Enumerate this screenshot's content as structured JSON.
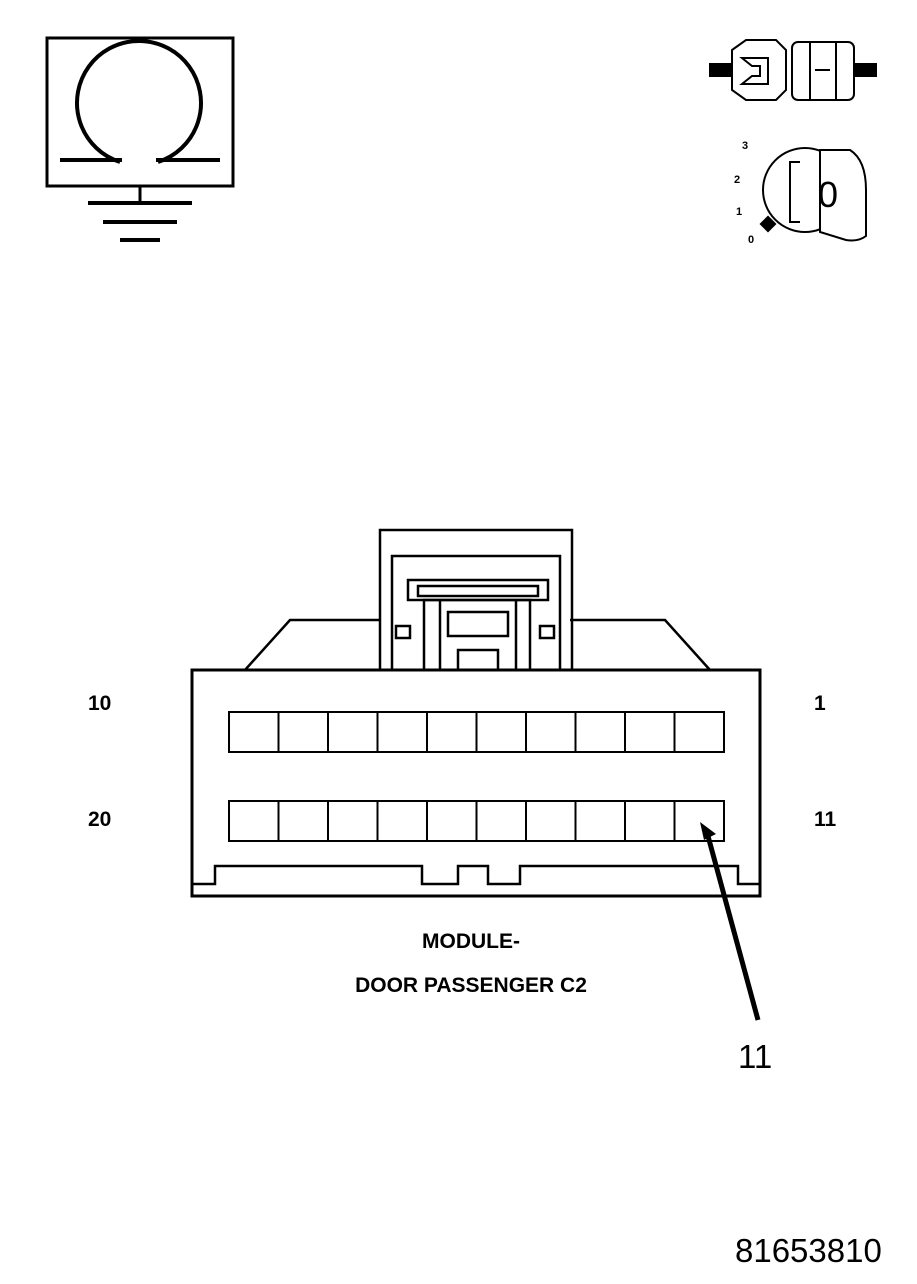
{
  "icons": {
    "ohmmeter": "ohmmeter-ground-icon",
    "connector": "disconnected-connector-icon",
    "ignition": "ignition-key-off-icon"
  },
  "ignition": {
    "positions": [
      "3",
      "2",
      "1",
      "0"
    ],
    "key_label": "0"
  },
  "connector": {
    "pin_labels": {
      "top_left": "10",
      "top_right": "1",
      "bottom_left": "20",
      "bottom_right": "11"
    },
    "pins_per_row": 10,
    "highlighted_pin": 11
  },
  "caption": {
    "line1": "MODULE-",
    "line2": "DOOR PASSENGER C2"
  },
  "callout": {
    "label": "11"
  },
  "figure_id": "81653810"
}
